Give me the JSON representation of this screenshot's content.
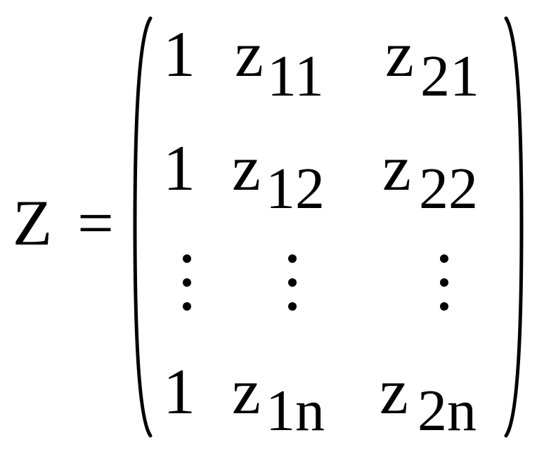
{
  "equation": {
    "lhs": "Z",
    "relation": "=",
    "rows": [
      [
        {
          "base": "1",
          "sub": ""
        },
        {
          "base": "z",
          "sub": "11"
        },
        {
          "base": "z",
          "sub": "21"
        }
      ],
      [
        {
          "base": "1",
          "sub": ""
        },
        {
          "base": "z",
          "sub": "12"
        },
        {
          "base": "z",
          "sub": "22"
        }
      ],
      [
        {
          "base": "1",
          "sub": ""
        },
        {
          "base": "z",
          "sub": "1n"
        },
        {
          "base": "z",
          "sub": "2n"
        }
      ]
    ]
  }
}
